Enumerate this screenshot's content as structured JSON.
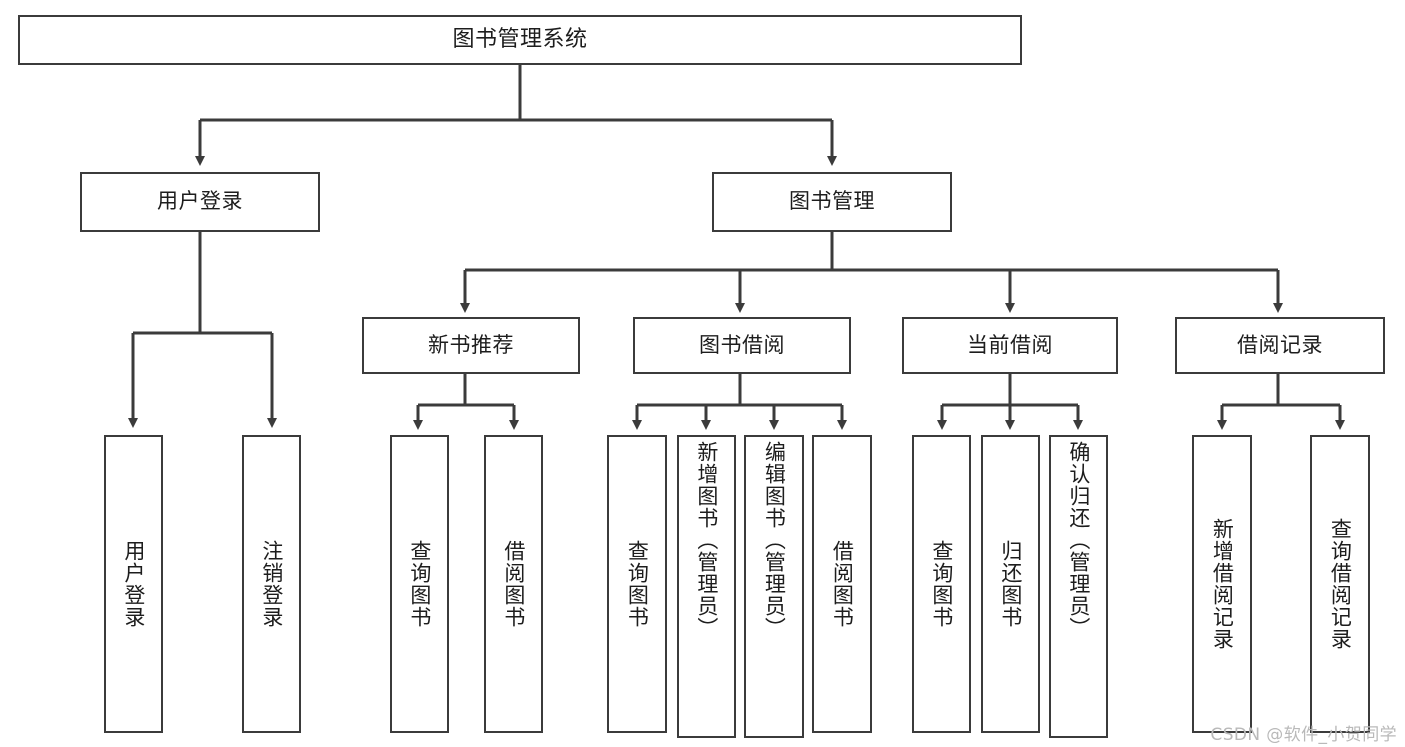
{
  "diagram": {
    "title": "图书管理系统",
    "type": "tree",
    "root": {
      "label": "图书管理系统"
    },
    "level2": [
      {
        "label": "用户登录"
      },
      {
        "label": "图书管理"
      }
    ],
    "level3": [
      {
        "label": "新书推荐"
      },
      {
        "label": "图书借阅"
      },
      {
        "label": "当前借阅"
      },
      {
        "label": "借阅记录"
      }
    ],
    "leaves": {
      "user_login": [
        {
          "label": "用户登录"
        },
        {
          "label": "注销登录"
        }
      ],
      "new_book_recommend": [
        {
          "label": "查询图书"
        },
        {
          "label": "借阅图书"
        }
      ],
      "book_borrow": [
        {
          "label": "查询图书"
        },
        {
          "label": "新增图书（管理员）"
        },
        {
          "label": "编辑图书（管理员）"
        },
        {
          "label": "借阅图书"
        }
      ],
      "current_borrow": [
        {
          "label": "查询图书"
        },
        {
          "label": "归还图书"
        },
        {
          "label": "确认归还（管理员）"
        }
      ],
      "borrow_record": [
        {
          "label": "新增借阅记录"
        },
        {
          "label": "查询借阅记录"
        }
      ]
    }
  },
  "watermark": {
    "text": "CSDN @软件_小贺同学"
  },
  "colors": {
    "stroke": "#3b3b3b",
    "background": "#ffffff",
    "text": "#1d1d1d",
    "watermark": "#b9b9b9"
  }
}
